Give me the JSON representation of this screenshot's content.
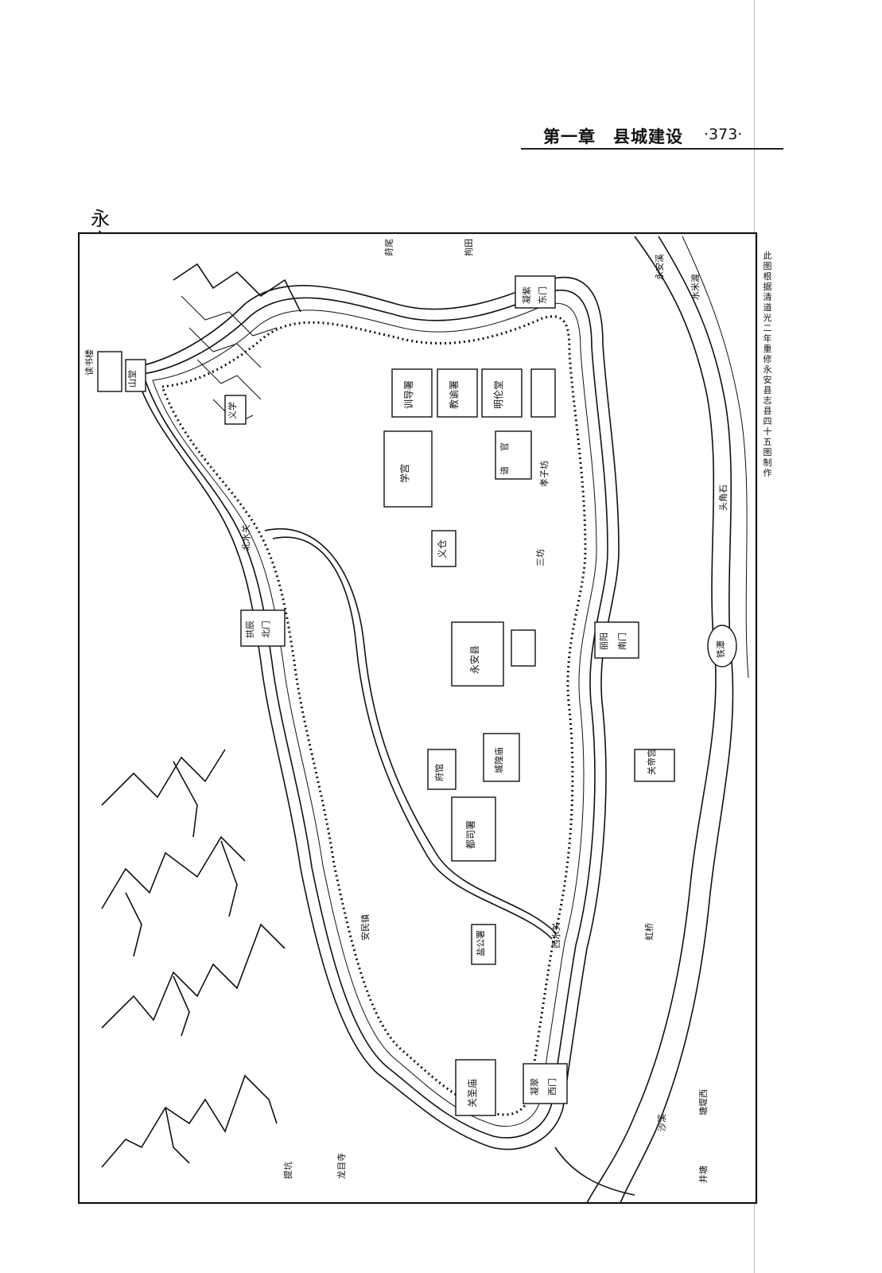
{
  "header": {
    "chapter": "第一章　县城建设",
    "page_number": "·373·"
  },
  "map": {
    "title": "永安县城图",
    "note": "此图根据清道光二年重修永安县志县四十五图制作",
    "colors": {
      "ink": "#111111",
      "paper": "#ffffff"
    },
    "labels": {
      "gate_north": "北门",
      "gate_north_tower": "拱辰",
      "gate_south": "南门",
      "gate_south_tower": "丽阳",
      "gate_east": "东门",
      "gate_east_tower": "凝紫",
      "gate_west": "西门",
      "gate_west_tower": "凝翠",
      "water_north": "北水关",
      "water_west": "西水关",
      "county_office": "永安县",
      "school_palace": "学宫",
      "instructor_office": "教谕署",
      "trainer_office": "训导署",
      "minglun_hall": "明伦堂",
      "wenchang_palace": "官",
      "wenchang_prefix": "谙",
      "granary": "义仓",
      "arch_one": "孝子坊",
      "arch_two": "三坊",
      "city_god_temple": "城隍庙",
      "official_lodge": "府馆",
      "governor_office": "都司署",
      "guandi_temple": "关圣庙",
      "guanyin_temple": "关帝宫",
      "reservoir_hall": "盐公署",
      "anmin_fort": "安民镇",
      "yiyi_school": "义学",
      "hilltop_tower": "读书楼",
      "hilltop_hall": "山堂",
      "river_name": "永安溪",
      "ferry": "水米渡",
      "tiejing": "铁潭",
      "place_ne1": "莳尾",
      "place_ne2": "拘田",
      "place_tiejiao": "头角石",
      "place_sw1": "提坑",
      "place_sw2": "龙目寺",
      "place_jing": "井塘",
      "place_tangbei": "塘堤西",
      "place_shaxi": "沙溪",
      "place_hongqiao": "虹桥"
    }
  }
}
